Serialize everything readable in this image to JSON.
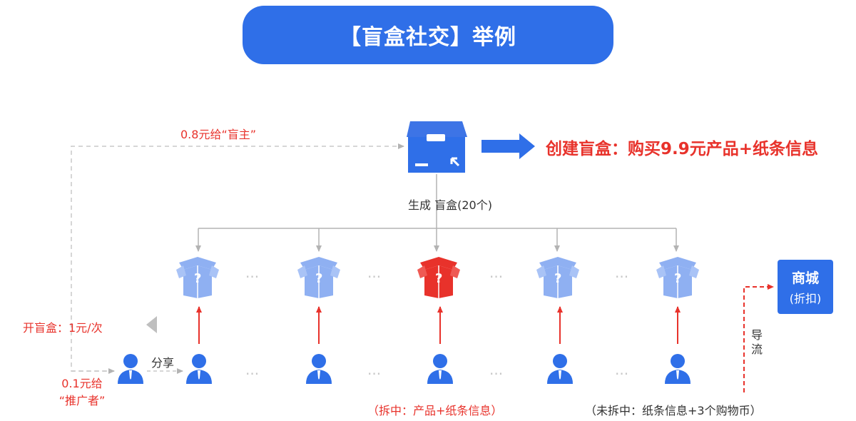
{
  "title": "【盲盒社交】举例",
  "headline": "创建盲盒：购买9.9元产品+纸条信息",
  "generate_label": "生成  盲盒(20个)",
  "owner_share": "0.8元给“盲主”",
  "open_price": "开盲盒：1元/次",
  "promoter_share_line1": "0.1元给",
  "promoter_share_line2": "“推广者”",
  "share_label": "分享",
  "win_label": "（拆中：产品+纸条信息）",
  "lose_label": "（未拆中：纸条信息+3个购物币）",
  "traffic_label": "导流",
  "mall": {
    "title": "商城",
    "subtitle": "(折扣)"
  },
  "ellipsis": "···",
  "box_mark": "?",
  "colors": {
    "primary": "#2f6fe8",
    "red": "#e8322b",
    "light_box": "#8fb0f2",
    "arrow_gray": "#b3b3b3"
  }
}
